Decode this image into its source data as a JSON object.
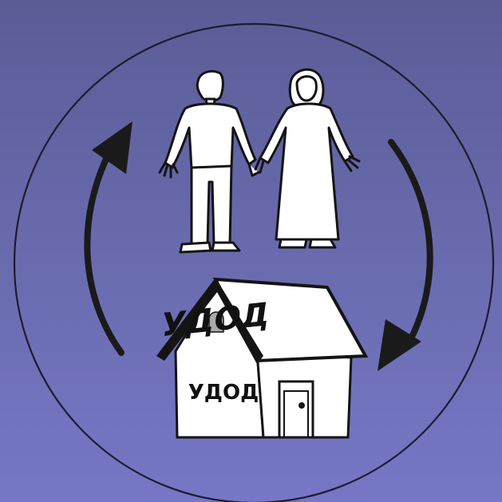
{
  "roof_sign": "УДОД",
  "wall_sign": "УДОД",
  "colors": {
    "background_top": "#5b5c96",
    "background_bottom": "#7677c6",
    "ink": "#141414",
    "figure_fill": "#ffffff",
    "window_grey": "#a9a9a9"
  },
  "icons": {
    "cycle": "circular-arrows-icon",
    "people": "couple-holding-hands-illustration",
    "house": "house-illustration"
  }
}
